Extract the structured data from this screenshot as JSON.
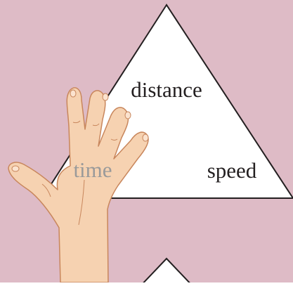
{
  "colors": {
    "background": "#DEBBC6",
    "triangle_fill": "#FFFFFF",
    "triangle_stroke": "#231F20",
    "text": "#231F20",
    "covered_text": "#9A9A9A",
    "skin": "#F6D2B1",
    "skin_outline": "#C8865C"
  },
  "triangle": {
    "top_label": "distance",
    "right_label": "speed",
    "left_label": "time"
  },
  "hand": {
    "icon": "hand-icon",
    "state": "covering the 'time' label"
  }
}
